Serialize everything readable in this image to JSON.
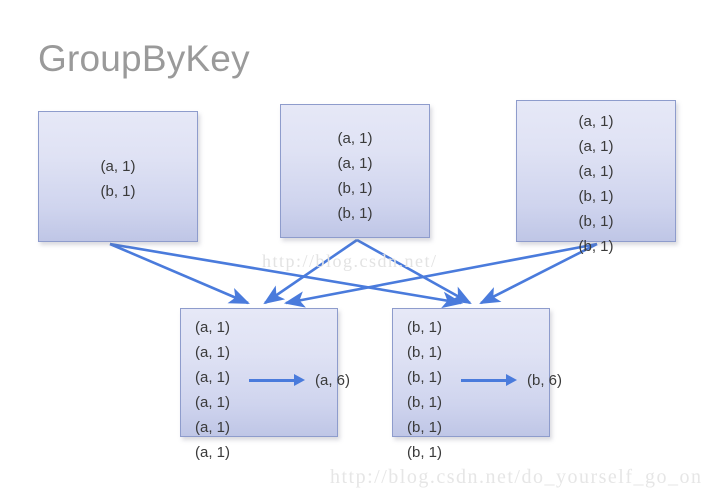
{
  "slide": {
    "title": "GroupByKey",
    "background_color": "#ffffff",
    "title_color": "#9a9a9a"
  },
  "style": {
    "box_border_color": "#8e9ccc",
    "box_fill_top": "#e6e8f7",
    "box_fill_bottom": "#bfc6e6",
    "arrow_color": "#4a7bdc",
    "text_color": "#3a3a3a",
    "watermark_color": "#e3e3e3"
  },
  "input_boxes": [
    {
      "id": "input-1",
      "align": "centered",
      "rows": [
        "(a, 1)",
        "(b, 1)"
      ]
    },
    {
      "id": "input-2",
      "align": "centered",
      "rows": [
        "(a, 1)",
        "(a, 1)",
        "(b, 1)",
        "(b, 1)"
      ]
    },
    {
      "id": "input-3",
      "align": "centered",
      "rows": [
        "(a, 1)",
        "(a, 1)",
        "(a, 1)",
        "(b, 1)",
        "(b, 1)",
        "(b, 1)"
      ]
    }
  ],
  "output_boxes": [
    {
      "id": "output-a",
      "align": "leftal",
      "rows": [
        "(a, 1)",
        "(a, 1)",
        "(a, 1)",
        "(a, 1)",
        "(a, 1)",
        "(a, 1)"
      ],
      "result": "(a, 6)"
    },
    {
      "id": "output-b",
      "align": "leftal",
      "rows": [
        "(b, 1)",
        "(b, 1)",
        "(b, 1)",
        "(b, 1)",
        "(b, 1)",
        "(b, 1)"
      ],
      "result": "(b, 6)"
    }
  ],
  "watermarks": {
    "middle": "http://blog.csdn.net/",
    "bottom": "http://blog.csdn.net/do_yourself_go_on"
  }
}
